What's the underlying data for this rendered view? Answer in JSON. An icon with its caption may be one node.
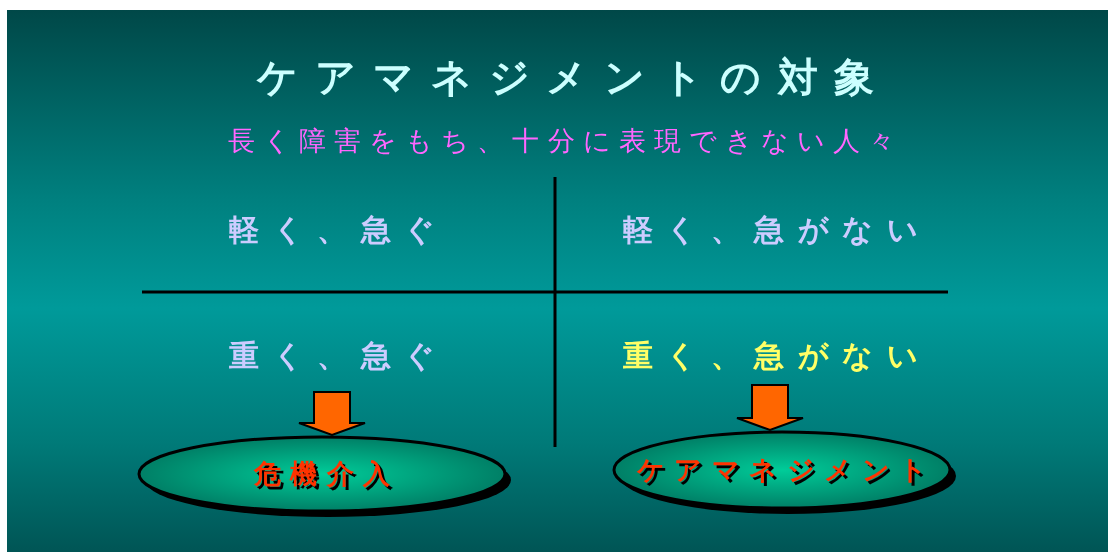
{
  "diagram": {
    "title": "ケアマネジメントの対象",
    "nodes": [
      {
        "text": [
          "軽く、急ぐ"
        ]
      },
      {
        "text": [
          "軽く、急がない"
        ]
      },
      {
        "text": [
          "重く、急ぐ"
        ]
      },
      {
        "text": [
          "重く、急がない"
        ]
      },
      {
        "text": [
          "危機介入"
        ]
      },
      {
        "text": [
          "ケアマネジメント"
        ]
      }
    ],
    "edges": [
      {
        "from": 2,
        "to": 4,
        "arrow": "to",
        "style": "thick",
        "color": "#ff6600"
      },
      {
        "from": 3,
        "to": 5,
        "arrow": "to",
        "style": "thick",
        "color": "#ff6600"
      }
    ],
    "labels": [
      "長く障害をもち、十分に表現できない人々"
    ]
  }
}
